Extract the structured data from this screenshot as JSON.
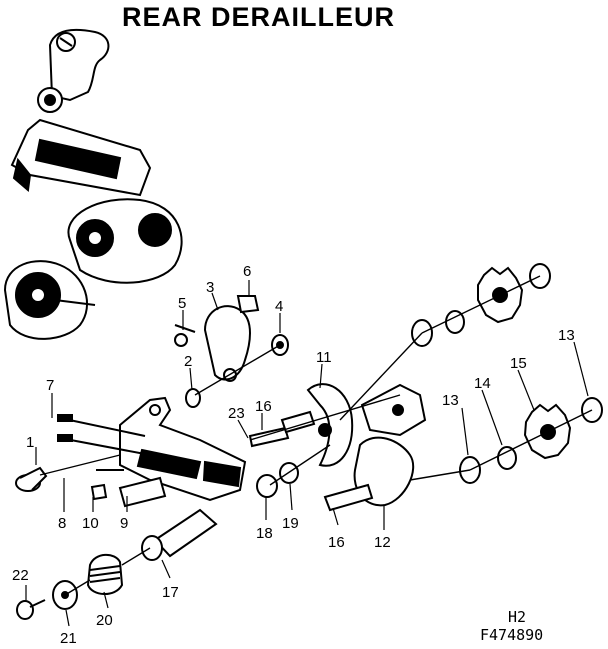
{
  "title": "REAR DERAILLEUR",
  "sheet": "H2",
  "figure_no": "F474890",
  "callouts": [
    {
      "id": "c1",
      "text": "1"
    },
    {
      "id": "c2",
      "text": "2"
    },
    {
      "id": "c3",
      "text": "3"
    },
    {
      "id": "c4",
      "text": "4"
    },
    {
      "id": "c5",
      "text": "5"
    },
    {
      "id": "c6",
      "text": "6"
    },
    {
      "id": "c7",
      "text": "7"
    },
    {
      "id": "c8",
      "text": "8"
    },
    {
      "id": "c9",
      "text": "9"
    },
    {
      "id": "c10",
      "text": "10"
    },
    {
      "id": "c11",
      "text": "11"
    },
    {
      "id": "c12",
      "text": "12"
    },
    {
      "id": "c13a",
      "text": "13"
    },
    {
      "id": "c13b",
      "text": "13"
    },
    {
      "id": "c14",
      "text": "14"
    },
    {
      "id": "c15",
      "text": "15"
    },
    {
      "id": "c16a",
      "text": "16"
    },
    {
      "id": "c16b",
      "text": "16"
    },
    {
      "id": "c17",
      "text": "17"
    },
    {
      "id": "c18",
      "text": "18"
    },
    {
      "id": "c19",
      "text": "19"
    },
    {
      "id": "c20",
      "text": "20"
    },
    {
      "id": "c21",
      "text": "21"
    },
    {
      "id": "c22",
      "text": "22"
    },
    {
      "id": "c23",
      "text": "23"
    }
  ]
}
